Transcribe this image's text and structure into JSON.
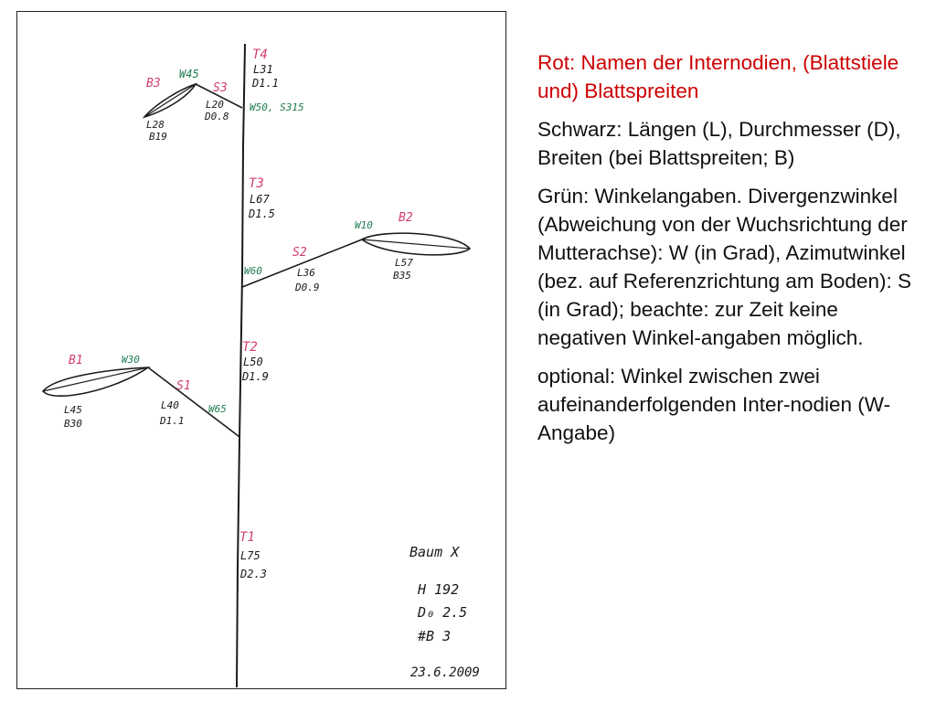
{
  "colors": {
    "legend_red": "#cc0000",
    "sketch_red": "#d0406a",
    "sketch_green": "#1f7a4f",
    "ink": "#1a1a1a"
  },
  "legend": {
    "red": "Rot: Namen der Internodien, (Blattstiele und) Blattspreiten",
    "black": "Schwarz: Längen (L), Durchmesser (D), Breiten (bei Blattspreiten; B)",
    "green": "Grün: Winkelangaben. Divergenzwinkel (Abweichung von der Wuchsrichtung der Mutterachse): W (in Grad), Azimutwinkel (bez. auf Referenzrichtung am Boden): S (in Grad); beachte: zur Zeit keine negativen Winkel-angaben möglich.",
    "optional": "optional: Winkel zwischen zwei aufeinanderfolgenden Inter-nodien (W-Angabe)"
  },
  "sketch": {
    "t4": {
      "name": "T4",
      "length": "L31",
      "diameter": "D1.1"
    },
    "t3": {
      "name": "T3",
      "length": "L67",
      "diameter": "D1.5"
    },
    "t2": {
      "name": "T2",
      "length": "L50",
      "diameter": "D1.9"
    },
    "t1": {
      "name": "T1",
      "length": "L75",
      "diameter": "D2.3"
    },
    "s3": {
      "name": "S3",
      "length": "L20",
      "diameter": "D0.8",
      "angle": "W50, S315"
    },
    "b3": {
      "name": "B3",
      "length": "L28",
      "width": "B19",
      "angle": "W45"
    },
    "s2": {
      "name": "S2",
      "length": "L36",
      "diameter": "D0.9",
      "angle": "W60"
    },
    "b2": {
      "name": "B2",
      "length": "L57",
      "width": "B35",
      "angle": "W10"
    },
    "s1": {
      "name": "S1",
      "length": "L40",
      "diameter": "D1.1",
      "angle": "W65"
    },
    "b1": {
      "name": "B1",
      "length": "L45",
      "width": "B30",
      "angle": "W30"
    },
    "tree": {
      "title": "Baum X",
      "height": "H 192",
      "d0": "D₀ 2.5",
      "leaves": "#B 3",
      "date": "23.6.2009"
    }
  }
}
